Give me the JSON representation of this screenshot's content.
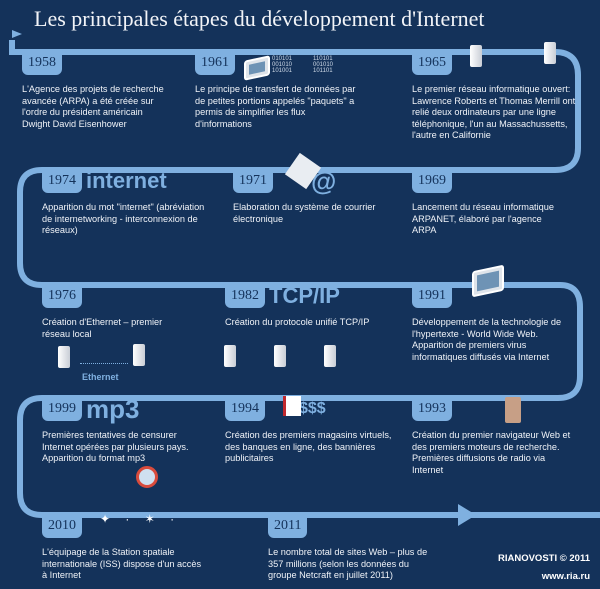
{
  "title": "Les principales étapes du développement d'Internet",
  "colors": {
    "background": "#14325a",
    "timeline": "#7fb0e0",
    "text": "#ffffff"
  },
  "events": [
    {
      "year": "1958",
      "desc": "L'Agence des projets de recherche avancée (ARPA) a été créée sur l'ordre du président américain Dwight David Eisenhower"
    },
    {
      "year": "1961",
      "desc": "Le principe de transfert de données par de petites portions appelés \"paquets\" a permis de simplifier les flux d'informations",
      "binary_left": "010101 001010 101001",
      "binary_right": "110101 001010 101101"
    },
    {
      "year": "1965",
      "desc": "Le premier réseau informatique ouvert: Lawrence Roberts et Thomas Merrill ont relié deux ordinateurs par une ligne téléphonique, l'un au Massachussetts, l'autre en Californie"
    },
    {
      "year": "1974",
      "label": "internet",
      "desc": "Apparition du mot \"internet\" (abréviation de internetworking - interconnexion de réseaux)"
    },
    {
      "year": "1971",
      "label": "@",
      "desc": "Elaboration du système de courrier électronique"
    },
    {
      "year": "1969",
      "desc": "Lancement du réseau informatique ARPANET, élaboré par l'agence ARPA"
    },
    {
      "year": "1976",
      "desc": "Création d'Ethernet – premier réseau local",
      "label": "Ethernet"
    },
    {
      "year": "1982",
      "label": "TCP/IP",
      "desc": "Création du protocole unifié TCP/IP"
    },
    {
      "year": "1991",
      "desc": "Développement de la technologie de l'hypertexte - World Wide Web. Apparition de premiers virus informatiques diffusés via Internet"
    },
    {
      "year": "1999",
      "label": "mp3",
      "desc": "Premières tentatives de censurer Internet opérées par plusieurs pays. Apparition du format mp3"
    },
    {
      "year": "1994",
      "label": "$$$",
      "desc": "Création des premiers magasins virtuels, des banques en ligne, des bannières publicitaires"
    },
    {
      "year": "1993",
      "desc": "Création du premier navigateur Web et des premiers moteurs de recherche. Premières diffusions de radio via Internet"
    },
    {
      "year": "2010",
      "desc": "L'équipage de la Station spatiale internationale (ISS) dispose d'un accès à Internet"
    },
    {
      "year": "2011",
      "desc": "Le nombre total de sites Web – plus de 357 millions (selon les données du groupe Netcraft en juillet 2011)"
    }
  ],
  "credit": {
    "brand": "RIANOVOSTI © 2011",
    "url": "www.ria.ru"
  }
}
